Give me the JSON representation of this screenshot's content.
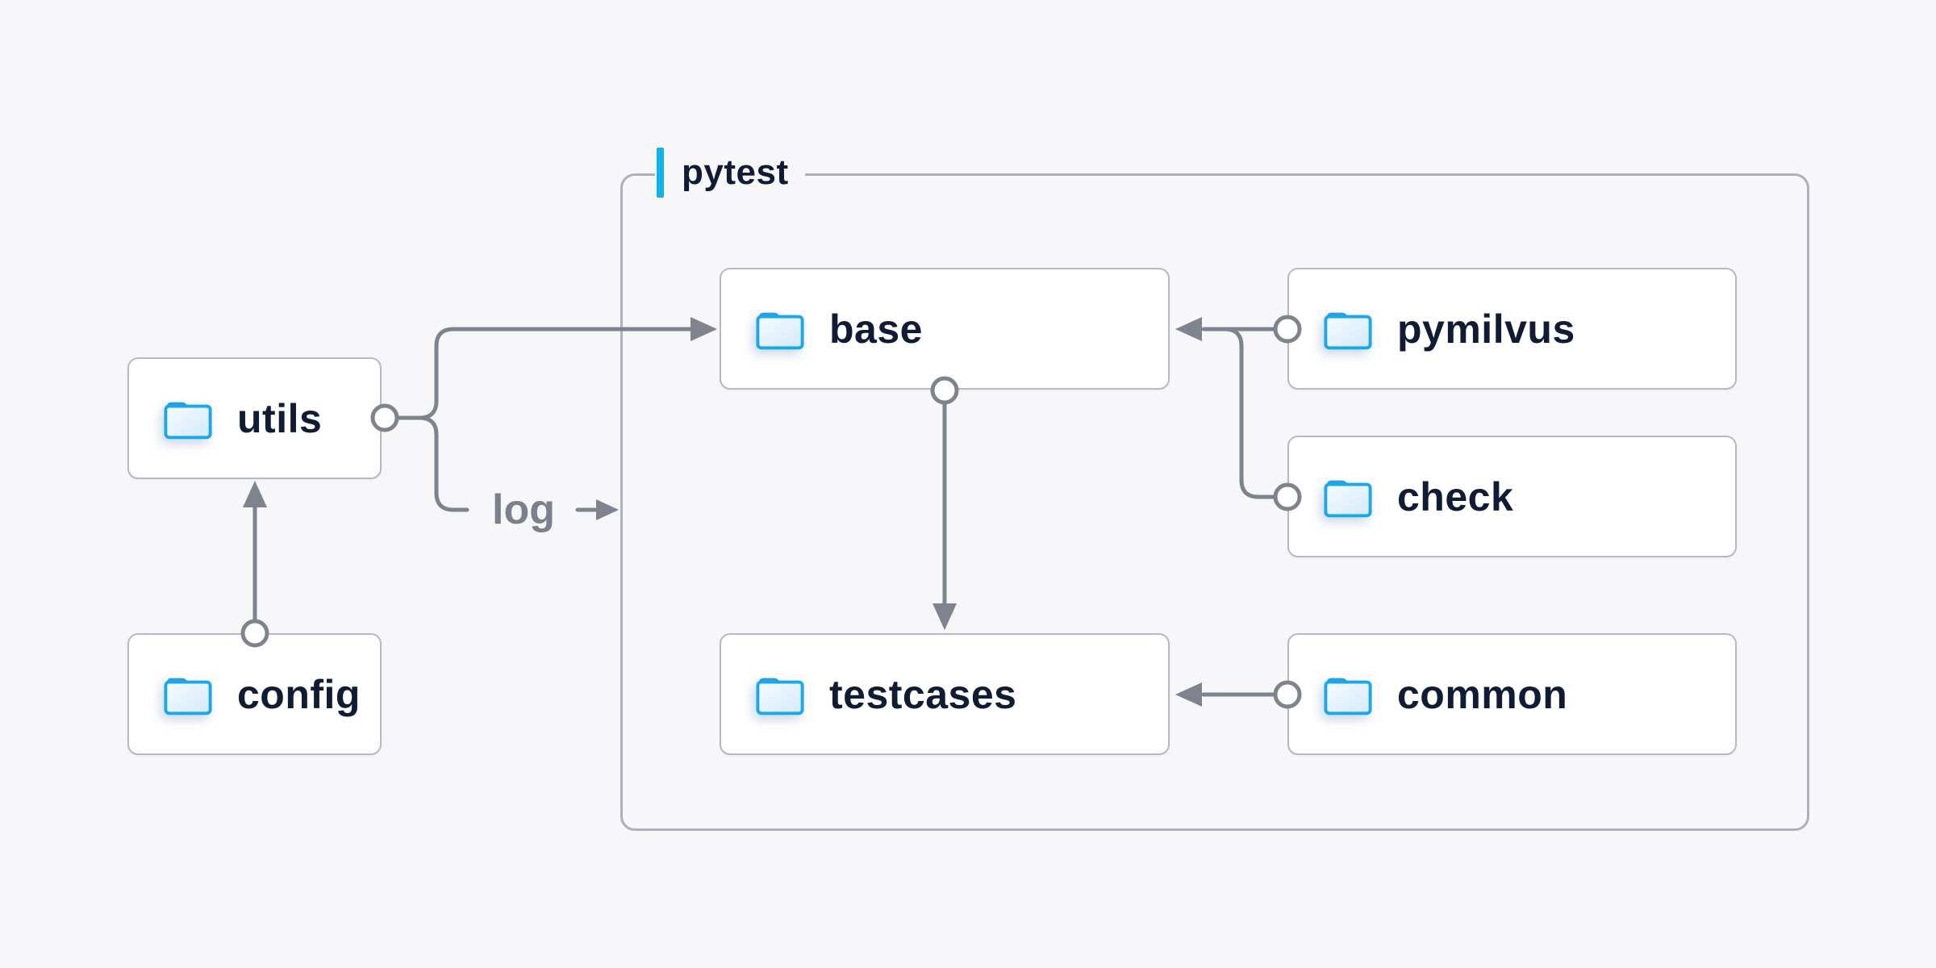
{
  "diagram": {
    "background_color": "#f7f7f9",
    "container": {
      "label": "pytest",
      "accent_color": "#12b1e9",
      "border_color": "#aeb1bd"
    },
    "nodes": [
      {
        "id": "utils",
        "label": "utils",
        "icon": "folder-icon"
      },
      {
        "id": "config",
        "label": "config",
        "icon": "folder-icon"
      },
      {
        "id": "base",
        "label": "base",
        "icon": "folder-icon"
      },
      {
        "id": "pymilvus",
        "label": "pymilvus",
        "icon": "folder-icon"
      },
      {
        "id": "check",
        "label": "check",
        "icon": "folder-icon"
      },
      {
        "id": "testcases",
        "label": "testcases",
        "icon": "folder-icon"
      },
      {
        "id": "common",
        "label": "common",
        "icon": "folder-icon"
      }
    ],
    "edge_label": {
      "text": "log"
    },
    "edges": [
      {
        "from": "utils",
        "to": "base",
        "type": "arrow"
      },
      {
        "from": "utils",
        "to": "log",
        "type": "branch"
      },
      {
        "from": "log",
        "to": "pytest",
        "type": "arrow"
      },
      {
        "from": "config",
        "to": "utils",
        "type": "arrow"
      },
      {
        "from": "base",
        "to": "testcases",
        "type": "arrow"
      },
      {
        "from": "pymilvus",
        "to": "base",
        "type": "arrow"
      },
      {
        "from": "check",
        "to": "base",
        "type": "arrow"
      },
      {
        "from": "common",
        "to": "testcases",
        "type": "arrow"
      }
    ],
    "colors": {
      "node_text": "#101c34",
      "node_border": "#b6b9c3",
      "wire": "#7e838d",
      "edge_label_text": "#7b808b",
      "folder_stroke": "#1aa7ec",
      "folder_tab": "#2f9ddb",
      "folder_fill_light": "#eef7fd"
    }
  }
}
